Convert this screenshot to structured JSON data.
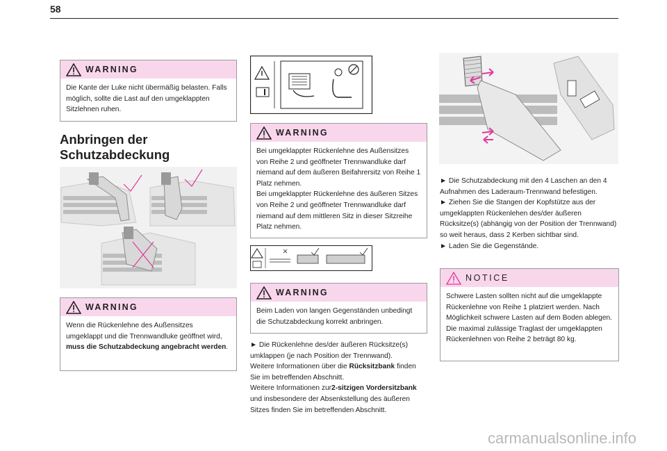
{
  "page": {
    "number": "58"
  },
  "col1": {
    "warning1": {
      "title": "WARNING",
      "text": "Die Kante der Luke nicht übermäßig belasten. Falls möglich, sollte die Last auf den umgeklappten Sitzlehnen ruhen."
    },
    "heading": [
      "Anbringen der",
      "Schutzabdeckung"
    ],
    "warning2": {
      "title": "WARNING",
      "text": "Wenn die Rückenlehne des Außensitzes umgeklappt und die Trennwandluke geöffnet wird, ",
      "bold": "muss die Schutzabdeckung angebracht werden",
      "tail": "."
    }
  },
  "col2": {
    "warning3": {
      "title": "WARNING",
      "p1": "Bei umgeklappter Rückenlehne des Außensitzes von Reihe 2 und geöffneter Trennwandluke darf niemand auf dem äußeren Beifahrersitz von Reihe 1 Platz nehmen.",
      "p2": "Bei umgeklappter Rückenlehne des äußeren Sitzes von Reihe 2 und geöffneter Trennwandluke darf niemand auf dem mittleren Sitz in dieser Sitzreihe Platz nehmen."
    },
    "warning4": {
      "title": "WARNING",
      "text": "Beim Laden von langen Gegenständen unbedingt die Schutzabdeckung korrekt anbringen."
    },
    "text": {
      "bullet": "► ",
      "p1": "Die Rückenlehne des/der äußeren Rücksitze(s) umklappen (je nach Position der Trennwand).",
      "p2a": "Weitere Informationen über die ",
      "p2b": "Rücksitzbank",
      "p2c": " finden Sie im betreffenden Abschnitt.",
      "p3a": "Weitere Informationen zur",
      "p3b": "2-sitzigen Vordersitzbank",
      "p3c": " und insbesondere der Absenkstellung des äußeren Sitzes finden Sie im betreffenden Abschnitt."
    }
  },
  "col3": {
    "bullets": [
      "Die Schutzabdeckung mit den 4 Laschen an den 4 Aufnahmen des Laderaum-Trennwand befestigen.",
      "Ziehen Sie die Stangen der Kopfstütze aus der umgeklappten Rückenlehen des/der äußeren Rücksitze(s) (abhängig von der Position der Trennwand) so weit heraus, dass 2 Kerben sichtbar sind.",
      "Laden Sie die Gegenstände."
    ],
    "bullet_mark": "► ",
    "notice": {
      "title": "NOTICE",
      "p1": "Schwere Lasten sollten nicht auf die umgeklappte Rückenlehne von Reihe 1 platziert werden. Nach Möglichkeit schwere Lasten auf dem Boden ablegen.",
      "p2": "Die maximal zulässige Traglast der umgeklappten Rückenlehnen von Reihe 2 beträgt 80 kg."
    }
  },
  "watermark": "carmanualsonline.info",
  "colors": {
    "header_pink": "#f8d7ec",
    "accent_magenta": "#e0379a",
    "check_violet": "#b060d8"
  }
}
